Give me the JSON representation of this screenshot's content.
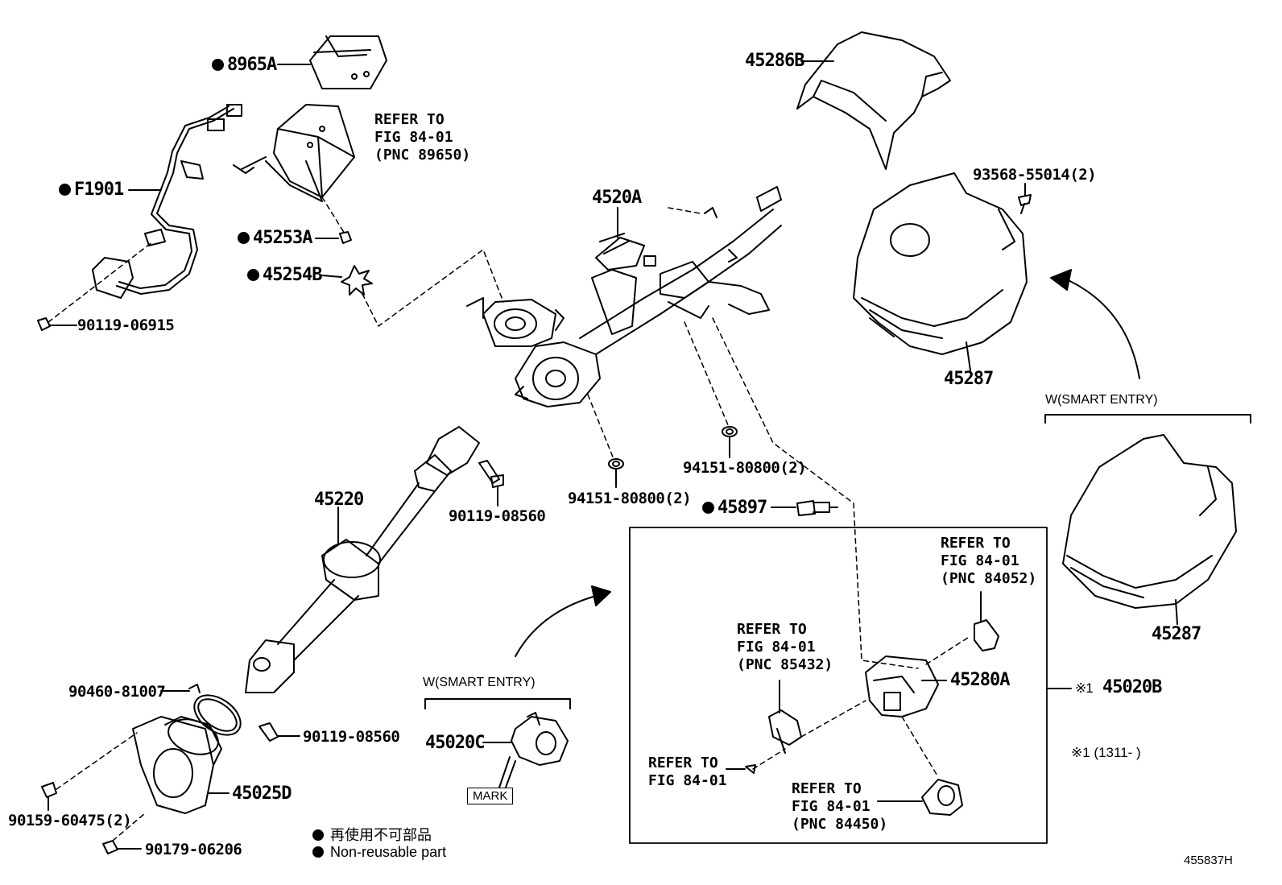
{
  "parts": {
    "p8965a": "8965A",
    "f1901": "F1901",
    "p45253a": "45253A",
    "p45254b": "45254B",
    "p90119_06915": "90119-06915",
    "p45286b": "45286B",
    "p93568": "93568-55014(2)",
    "p4520a": "4520A",
    "p45287_top": "45287",
    "p45287_bottom": "45287",
    "p94151_a": "94151-80800(2)",
    "p94151_b": "94151-80800(2)",
    "p45220": "45220",
    "p90119_08560_a": "90119-08560",
    "p45897": "45897",
    "p90460": "90460-81007",
    "p90119_08560_b": "90119-08560",
    "p45020c": "45020C",
    "p45280a": "45280A",
    "p45020b": "45020B",
    "p45025d": "45025D",
    "p90159": "90159-60475(2)",
    "p90179": "90179-06206"
  },
  "refs": {
    "ref_89650": [
      "REFER TO",
      "FIG 84-01",
      "(PNC 89650)"
    ],
    "ref_84052": [
      "REFER TO",
      "FIG 84-01",
      "(PNC 84052)"
    ],
    "ref_85432": [
      "REFER TO",
      "FIG 84-01",
      "(PNC 85432)"
    ],
    "ref_fig": [
      "REFER TO",
      "FIG 84-01"
    ],
    "ref_84450": [
      "REFER TO",
      "FIG 84-01",
      "(PNC 84450)"
    ]
  },
  "conditions": {
    "smart_entry_right": "W(SMART ENTRY)",
    "smart_entry_left": "W(SMART ENTRY)"
  },
  "mark_label": "MARK",
  "note_mark": "※1",
  "note_text": "※1 (1311-    )",
  "legend": {
    "jp": "再使用不可部品",
    "en": "Non-reusable part"
  },
  "illustration_id": "455837H"
}
